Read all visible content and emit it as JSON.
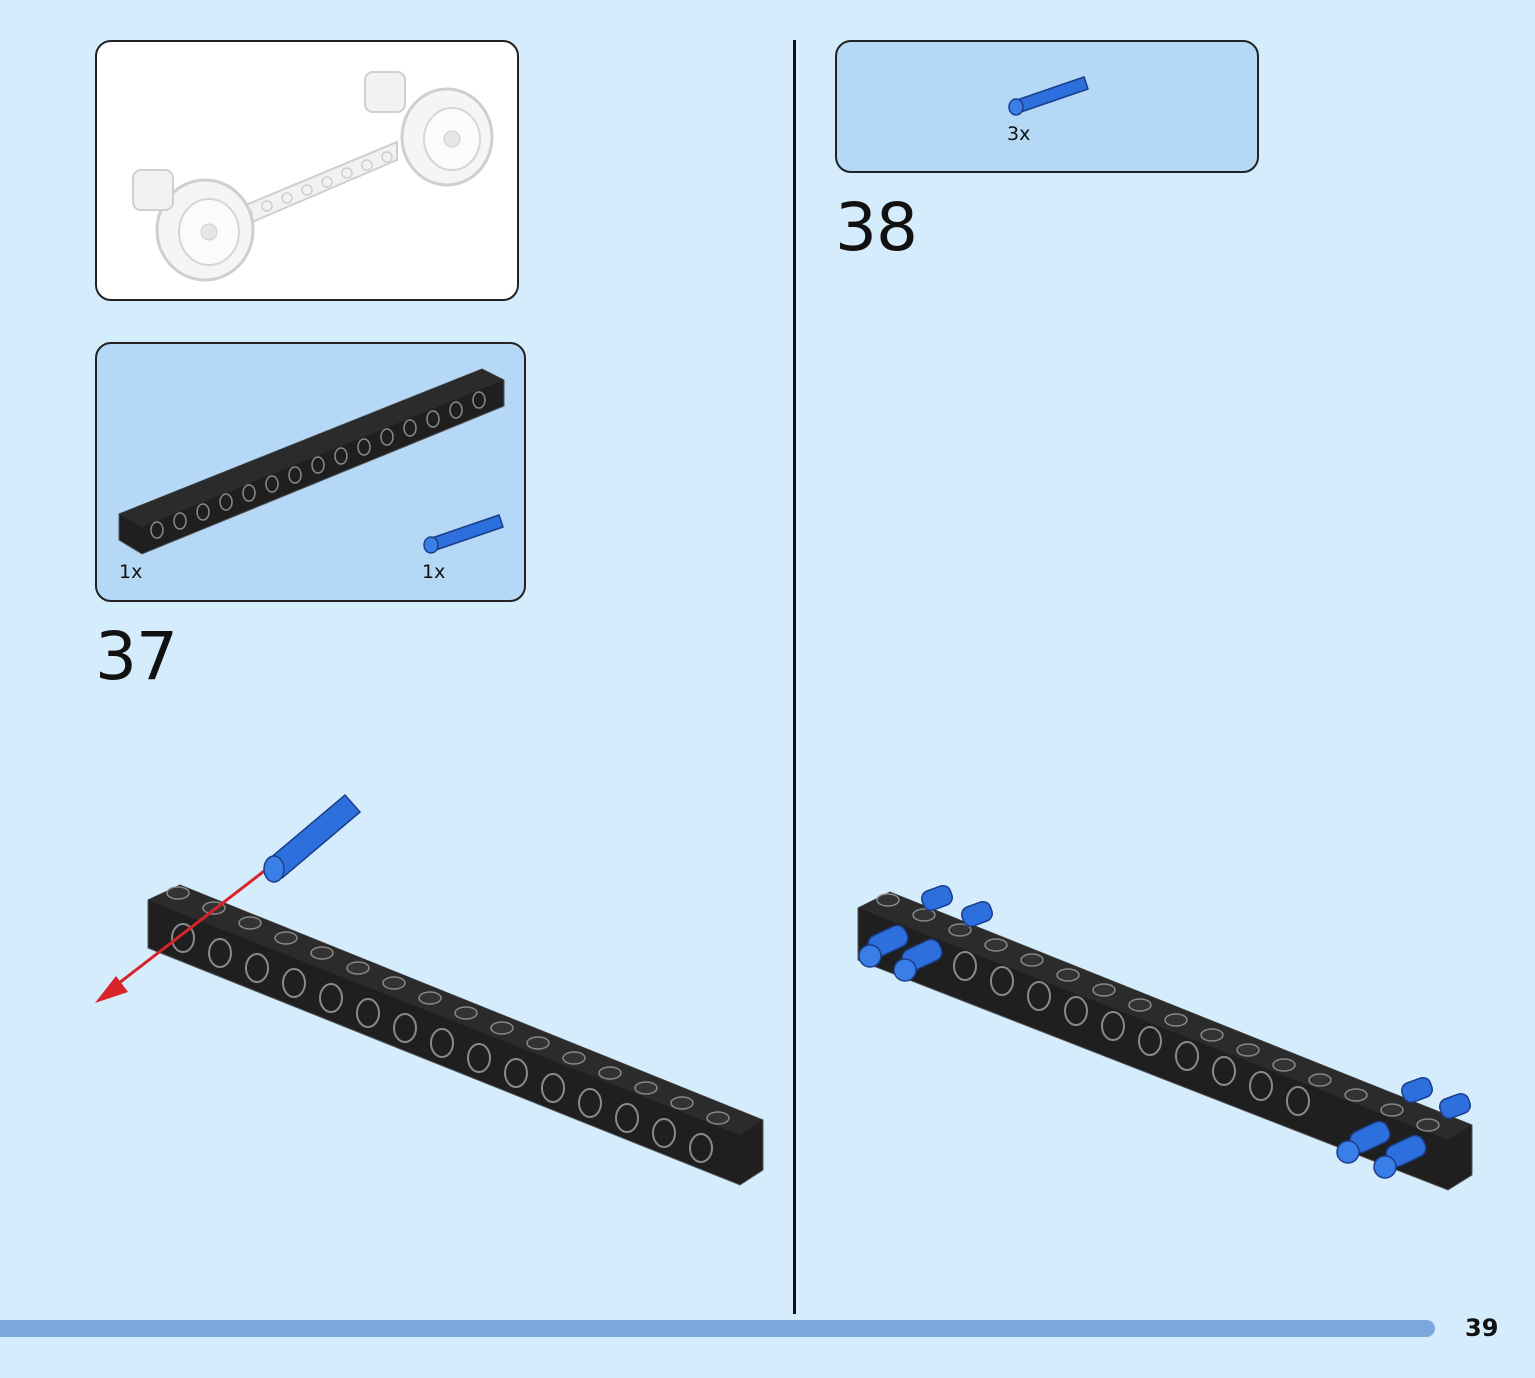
{
  "page": {
    "number": "39"
  },
  "left": {
    "preview": {
      "icon": "wheel-axle-assembly-icon"
    },
    "parts": [
      {
        "qty": "1x",
        "icon": "technic-beam-16-icon"
      },
      {
        "qty": "1x",
        "icon": "blue-axle-pin-icon"
      }
    ],
    "step": "37"
  },
  "right": {
    "parts": [
      {
        "qty": "3x",
        "icon": "blue-axle-pin-icon"
      }
    ],
    "step": "38"
  },
  "colors": {
    "background": "#d5ecfc",
    "parts_box": "#b4d8f6",
    "beam": "#1f1f1f",
    "pin": "#2d6fdc",
    "arrow": "#d9232a",
    "footer": "#7aa7dc"
  }
}
